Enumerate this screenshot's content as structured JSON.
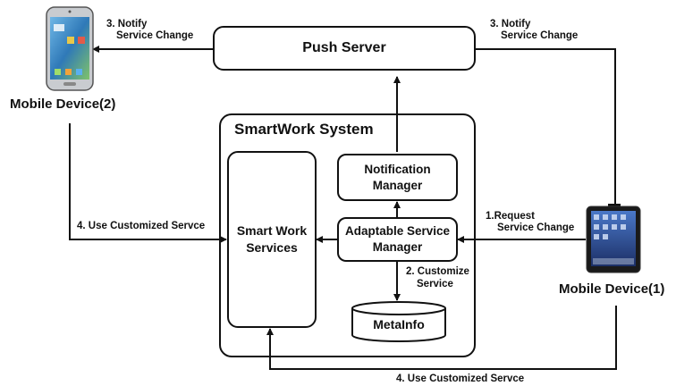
{
  "diagram": {
    "push_server": "Push Server",
    "system_title": "SmartWork System",
    "smart_work_services_line1": "Smart Work",
    "smart_work_services_line2": "Services",
    "notification_manager_line1": "Notification",
    "notification_manager_line2": "Manager",
    "adaptable_manager_line1": "Adaptable Service",
    "adaptable_manager_line2": "Manager",
    "metainfo": "MetaInfo",
    "mobile_device_2": "Mobile Device(2)",
    "mobile_device_1": "Mobile Device(1)",
    "notify_left_line1": "3. Notify",
    "notify_left_line2": "Service Change",
    "notify_right_line1": "3. Notify",
    "notify_right_line2": "Service Change",
    "request_line1": "1.Request",
    "request_line2": "Service Change",
    "customize_line1": "2. Customize",
    "customize_line2": "Service",
    "use_left": "4. Use Customized Servce",
    "use_bottom": "4. Use Customized Servce"
  }
}
